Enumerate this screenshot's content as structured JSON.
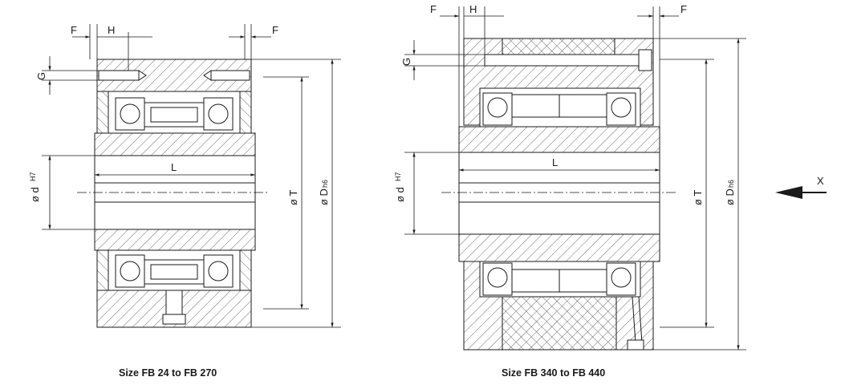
{
  "left_drawing": {
    "caption": "Size FB 24 to FB 270",
    "dims": {
      "F": "F",
      "H": "H",
      "G": "G",
      "L": "L",
      "T": "ø T",
      "D": "ø D",
      "D_tol": "h6",
      "d": "ø d",
      "d_tol": "H7"
    }
  },
  "right_drawing": {
    "caption": "Size FB 340 to FB 440",
    "dims": {
      "F": "F",
      "H": "H",
      "G": "G",
      "L": "L",
      "T": "ø T",
      "D": "ø D",
      "D_tol": "h6",
      "d": "ø d",
      "d_tol": "H7"
    }
  },
  "view_arrow": {
    "label": "X"
  },
  "colors": {
    "line": "#1a1a1a",
    "hatch": "#444444",
    "background": "#ffffff"
  }
}
